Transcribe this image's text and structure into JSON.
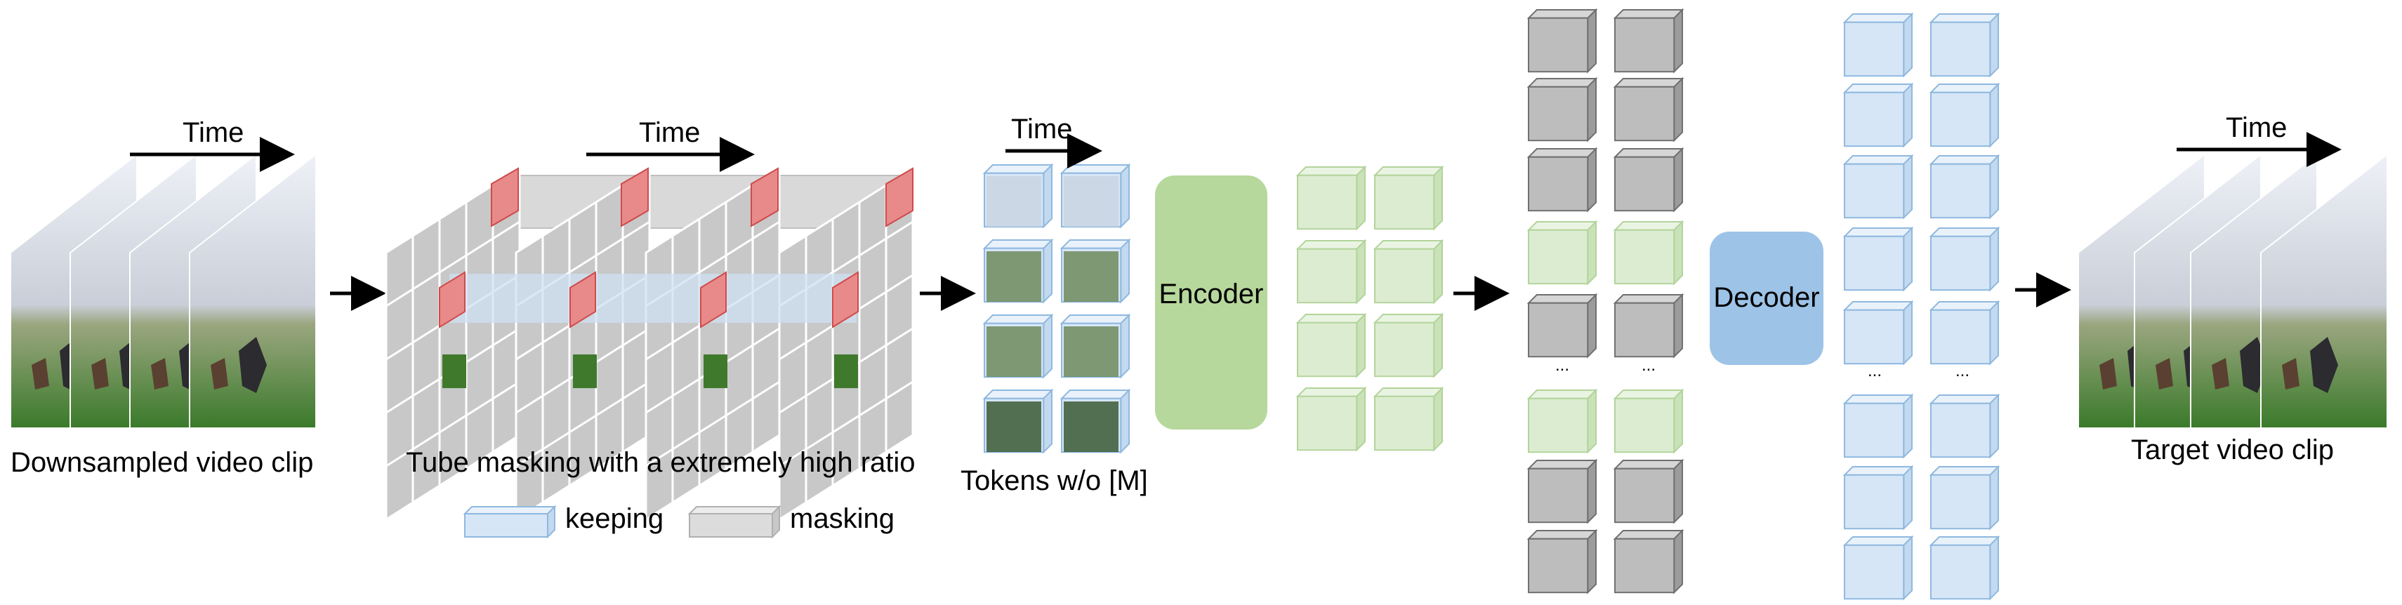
{
  "labels": {
    "time": "Time",
    "downsampled": "Downsampled video clip",
    "tube_masking": "Tube masking with a extremely high ratio",
    "tokens": "Tokens w/o [M]",
    "encoder": "Encoder",
    "decoder": "Decoder",
    "target": "Target video clip",
    "ellipsis": "...",
    "legend_keep": "keeping",
    "legend_mask": "masking"
  },
  "colors": {
    "blue_face": "#d6e6f6",
    "blue_stroke": "#8fb8df",
    "green_face": "#dcecd1",
    "green_stroke": "#b2d49a",
    "gray_face": "#bdbdbd",
    "gray_stroke": "#6f6f6f",
    "encoder_fill": "#b7d89c",
    "decoder_fill": "#9dc3e6",
    "red_patch": "#e88a8a",
    "sky": "#e5e9f1",
    "grass": "#3f7a2c"
  },
  "tokens": {
    "count": 4,
    "encoder_output_cubes": 8,
    "decoder_input_pattern": [
      "gray",
      "gray",
      "gray",
      "green",
      "gray",
      "green",
      "gray",
      "gray"
    ],
    "decoder_output_cubes": 16
  }
}
